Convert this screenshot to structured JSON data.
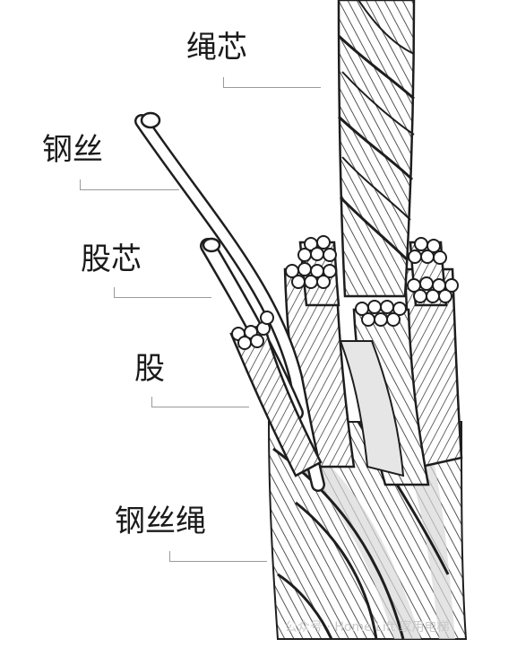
{
  "labels": {
    "rope_core": "绳芯",
    "steel_wire": "钢丝",
    "strand_core": "股芯",
    "strand": "股",
    "wire_rope": "钢丝绳"
  },
  "watermark": "公众号 · Home Lift 家用电梯",
  "colors": {
    "stroke": "#1e1e1e",
    "wire_fill": "#ffffff",
    "shade": "#d9d9d9",
    "leader": "#9a9a9a"
  }
}
